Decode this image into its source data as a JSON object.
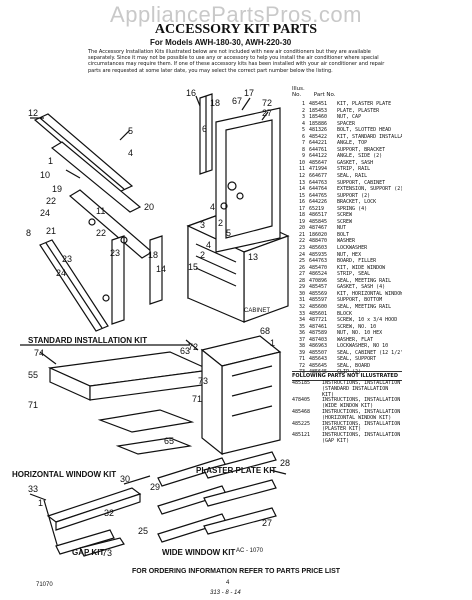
{
  "watermark": "AppliancePartsPros.com",
  "title": "ACCESSORY KIT PARTS",
  "models": "For Models AWH-180-30, AWH-220-30",
  "intro": "The Accessory Installation Kits illustrated below are not included with new air conditioners but they are available separately. Since it may not be possible to use any or accessory to help you install the air conditioner where special circumstances may require them. If one of these accessory kits has been installed with your air conditioner and repair parts are requested at some later date, you may select the correct part number below the listing.",
  "parts_header": {
    "no": "Illus. No.",
    "part": "Part No.",
    "desc": ""
  },
  "parts": [
    {
      "no": "1",
      "pn": "485451",
      "desc": "KIT, PLASTER PLATE"
    },
    {
      "no": "2",
      "pn": "185453",
      "desc": "PLATE, PLASTER"
    },
    {
      "no": "3",
      "pn": "185460",
      "desc": "NUT, CAP"
    },
    {
      "no": "4",
      "pn": "185886",
      "desc": "SPACER"
    },
    {
      "no": "5",
      "pn": "481326",
      "desc": "BOLT, SLOTTED HEAD"
    },
    {
      "no": "6",
      "pn": "485422",
      "desc": "KIT, STANDARD INSTALLATION"
    },
    {
      "no": "7",
      "pn": "644221",
      "desc": "ANGLE, TOP"
    },
    {
      "no": "8",
      "pn": "644761",
      "desc": "SUPPORT, BRACKET"
    },
    {
      "no": "9",
      "pn": "644122",
      "desc": "ANGLE, SIDE (2)"
    },
    {
      "no": "10",
      "pn": "485647",
      "desc": "GASKET, SASH"
    },
    {
      "no": "11",
      "pn": "471994",
      "desc": "STRIP, RAIL"
    },
    {
      "no": "12",
      "pn": "664677",
      "desc": "SEAL, RAIL"
    },
    {
      "no": "13",
      "pn": "644763",
      "desc": "SUPPORT, CABINET"
    },
    {
      "no": "14",
      "pn": "644764",
      "desc": "EXTENSION, SUPPORT (2)"
    },
    {
      "no": "15",
      "pn": "644765",
      "desc": "SUPPORT (2)"
    },
    {
      "no": "16",
      "pn": "644226",
      "desc": "BRACKET, LOCK"
    },
    {
      "no": "17",
      "pn": "65219",
      "desc": "SPRING (4)"
    },
    {
      "no": "18",
      "pn": "486517",
      "desc": "SCREW"
    },
    {
      "no": "19",
      "pn": "485845",
      "desc": "SCREW"
    },
    {
      "no": "20",
      "pn": "487467",
      "desc": "NUT"
    },
    {
      "no": "21",
      "pn": "186020",
      "desc": "BOLT"
    },
    {
      "no": "22",
      "pn": "488470",
      "desc": "WASHER"
    },
    {
      "no": "23",
      "pn": "485603",
      "desc": "LOCKWASHER"
    },
    {
      "no": "24",
      "pn": "485935",
      "desc": "NUT, HEX"
    },
    {
      "no": "25",
      "pn": "644763",
      "desc": "BOARD, FILLER"
    },
    {
      "no": "26",
      "pn": "485470",
      "desc": "KIT, WIDE WINDOW"
    },
    {
      "no": "27",
      "pn": "486524",
      "desc": "STRIP, SEAL"
    },
    {
      "no": "28",
      "pn": "470896",
      "desc": "SEAL, MEETING RAIL"
    },
    {
      "no": "29",
      "pn": "485457",
      "desc": "GASKET, SASH (4)"
    },
    {
      "no": "30",
      "pn": "485569",
      "desc": "KIT, HORIZONTAL WINDOW"
    },
    {
      "no": "31",
      "pn": "485597",
      "desc": "SUPPORT, BOTTOM"
    },
    {
      "no": "32",
      "pn": "485600",
      "desc": "SEAL, MEETING RAIL"
    },
    {
      "no": "33",
      "pn": "485601",
      "desc": "BLOCK"
    },
    {
      "no": "34",
      "pn": "487721",
      "desc": "SCREW, 10 x 3/4 HOOD"
    },
    {
      "no": "35",
      "pn": "487461",
      "desc": "SCREW, NO. 10"
    },
    {
      "no": "36",
      "pn": "487589",
      "desc": "NUT, NO. 10 HEX"
    },
    {
      "no": "37",
      "pn": "487403",
      "desc": "WASHER, FLAT"
    },
    {
      "no": "38",
      "pn": "486963",
      "desc": "LOCKWASHER, NO 10"
    },
    {
      "no": "39",
      "pn": "485507",
      "desc": "SEAL, CABINET (12 1/2\")"
    },
    {
      "no": "71",
      "pn": "485643",
      "desc": "SEAL, SUPPORT"
    },
    {
      "no": "72",
      "pn": "485645",
      "desc": "SEAL, BOARD"
    },
    {
      "no": "73",
      "pn": "485645",
      "desc": "CLIP (2)"
    }
  ],
  "not_shown_header": "FOLLOWING PARTS NOT ILLUSTRATED",
  "not_shown": [
    {
      "pn": "485185",
      "desc": "INSTRUCTIONS, INSTALLATION (STANDARD INSTALLATION KIT)"
    },
    {
      "pn": "478405",
      "desc": "INSTRUCTIONS, INSTALLATION (WIDE WINDOW KIT)"
    },
    {
      "pn": "485468",
      "desc": "INSTRUCTIONS, INSTALLATION (HORIZONTAL WINDOW KIT)"
    },
    {
      "pn": "485225",
      "desc": "INSTRUCTIONS, INSTALLATION (PLASTER KIT)"
    },
    {
      "pn": "485121",
      "desc": "INSTRUCTIONS, INSTALLATION (GAP KIT)"
    }
  ],
  "kit_labels": {
    "standard": "STANDARD INSTALLATION KIT",
    "plaster": "PLASTER PLATE KIT",
    "horizontal": "HORIZONTAL WINDOW KIT",
    "gap": "GAP KIT",
    "wide": "WIDE WINDOW KIT",
    "cabinet": "CABINET"
  },
  "footer": "FOR ORDERING INFORMATION REFER TO PARTS PRICE LIST",
  "page_no": "4",
  "form_code": "71070",
  "ac_code": "AC - 1070",
  "handwritten": "313 - 8 - 14"
}
